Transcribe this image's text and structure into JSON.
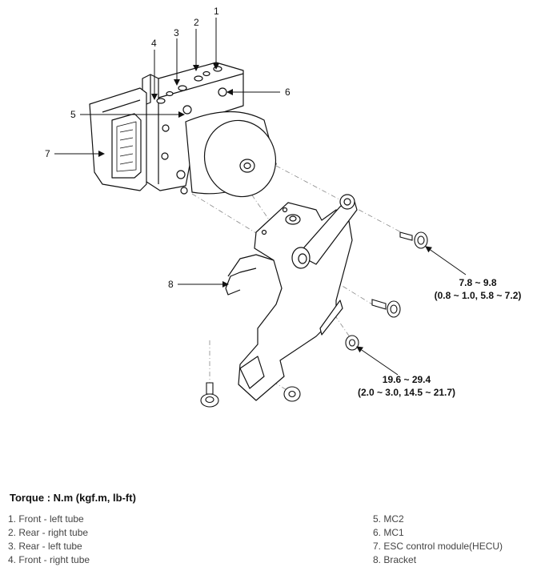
{
  "callouts": [
    "1",
    "2",
    "3",
    "4",
    "5",
    "6",
    "7",
    "8"
  ],
  "torque_specs": [
    {
      "nm": "7.8 ~ 9.8",
      "other": "(0.8 ~ 1.0, 5.8 ~ 7.2)"
    },
    {
      "nm": "19.6 ~ 29.4",
      "other": "(2.0 ~ 3.0, 14.5 ~ 21.7)"
    }
  ],
  "torque_heading": "Torque : N.m (kgf.m, lb-ft)",
  "legend": [
    "1. Front - left tube",
    "2. Rear - right tube",
    "3. Rear - left tube",
    "4. Front - right tube",
    "5. MC2",
    "6. MC1",
    "7. ESC control module(HECU)",
    "8. Bracket"
  ]
}
